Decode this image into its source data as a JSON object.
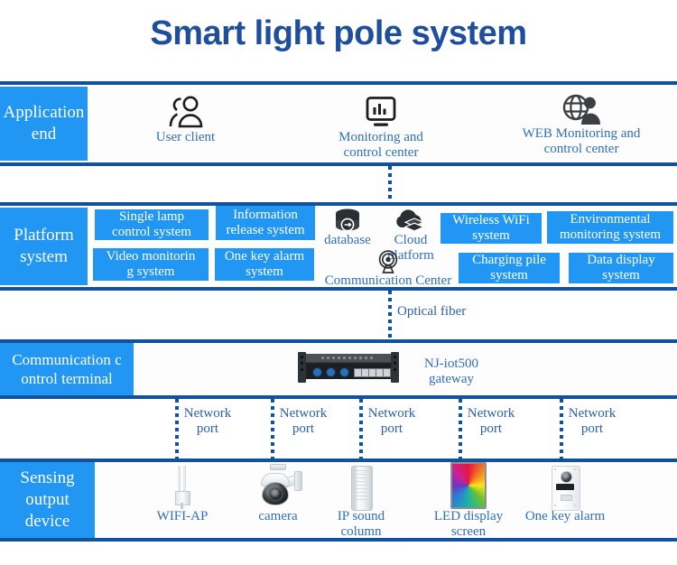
{
  "title": "Smart light pole system",
  "theme": {
    "title_color": "#1f4e9c",
    "band_border": "#12519e",
    "tag_blue": "#2196f3",
    "caption_blue": "#2f6fba"
  },
  "rows": {
    "application": {
      "label": "Application\nend",
      "items": [
        {
          "icon": "users-icon",
          "caption": "User client"
        },
        {
          "icon": "monitor-chart-icon",
          "caption": "Monitoring and\ncontrol center"
        },
        {
          "icon": "web-globe-person-icon",
          "caption": "WEB Monitoring and\ncontrol center"
        }
      ]
    },
    "platform": {
      "label": "Platform\nsystem",
      "tags": [
        {
          "text": "Single lamp\ncontrol system"
        },
        {
          "text": "Information\nrelease system"
        },
        {
          "text": "Video monitorin\ng system"
        },
        {
          "text": "One key alarm\nsystem"
        },
        {
          "text": "Wireless WiFi\nsystem"
        },
        {
          "text": "Environmental\nmonitoring system"
        },
        {
          "text": "Charging pile\nsystem"
        },
        {
          "text": "Data display\nsystem"
        }
      ],
      "icons": [
        {
          "icon": "database-icon",
          "caption": "database"
        },
        {
          "icon": "cloud-icon",
          "caption": "Cloud\nplatform"
        },
        {
          "icon": "antenna-signal-icon",
          "caption": "Communication Center"
        }
      ]
    },
    "communication": {
      "label": "Communication c\nontrol terminal",
      "device": {
        "icon": "gateway-device-icon",
        "caption": "NJ-iot500\ngateway"
      }
    },
    "sensing": {
      "label": "Sensing\noutput\ndevice",
      "items": [
        {
          "icon": "wifi-ap-icon",
          "caption": "WIFI-AP"
        },
        {
          "icon": "ptz-camera-icon",
          "caption": "camera"
        },
        {
          "icon": "ip-sound-column-icon",
          "caption": "IP sound\ncolumn"
        },
        {
          "icon": "led-display-icon",
          "caption": "LED display\nscreen"
        },
        {
          "icon": "one-key-alarm-icon",
          "caption": "One key alarm"
        }
      ]
    }
  },
  "connectors": {
    "optical_fiber": "Optical fiber",
    "network_ports": [
      "Network\nport",
      "Network\nport",
      "Network\nport",
      "Network\nport",
      "Network\nport"
    ]
  }
}
